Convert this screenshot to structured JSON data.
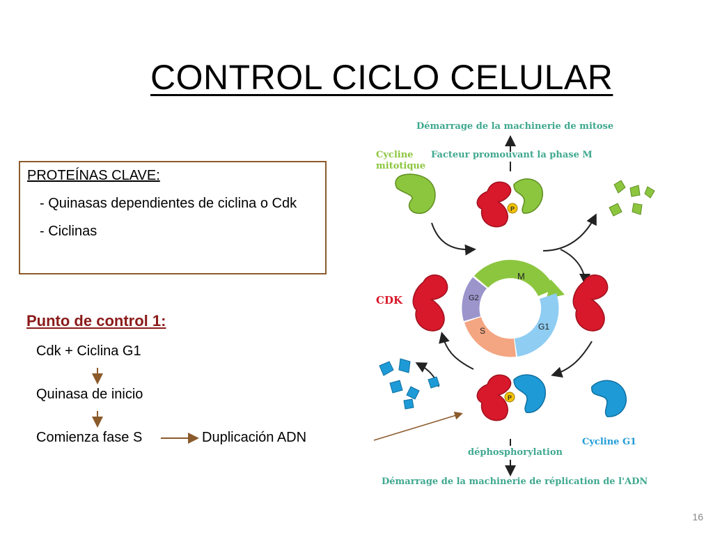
{
  "title": "CONTROL CICLO CELULAR",
  "box": {
    "heading": "PROTEÍNAS CLAVE:",
    "items": [
      "- Quinasas dependientes de ciclina o Cdk",
      "- Ciclinas"
    ]
  },
  "control": {
    "heading": "Punto de control 1:",
    "steps": [
      "Cdk + Ciclina G1",
      "Quinasa de inicio",
      "Comienza fase S"
    ],
    "result": "Duplicación ADN"
  },
  "diagram": {
    "top_label": "Démarrage de la machinerie de mitose",
    "mpf_label": "Facteur promouvant la phase M",
    "cycline_mitotique": [
      "Cycline",
      "mitotique"
    ],
    "cdk_label": "CDK",
    "cycline_g1": "Cycline G1",
    "dephos_label": "déphosphorylation",
    "bottom_label": "Démarrage de la machinerie de réplication de l'ADN",
    "phases": [
      "M",
      "G2",
      "S",
      "G1"
    ],
    "phos_marker": "P"
  },
  "colors": {
    "accent_brown": "#8B5A2B",
    "heading_red": "#8B1A1A",
    "teal_label": "#3FA88F",
    "green_cyclin": "#8CC63F",
    "blue_cyclin": "#1E9BD7",
    "cdk_red": "#D7192B"
  },
  "page_number": "16"
}
